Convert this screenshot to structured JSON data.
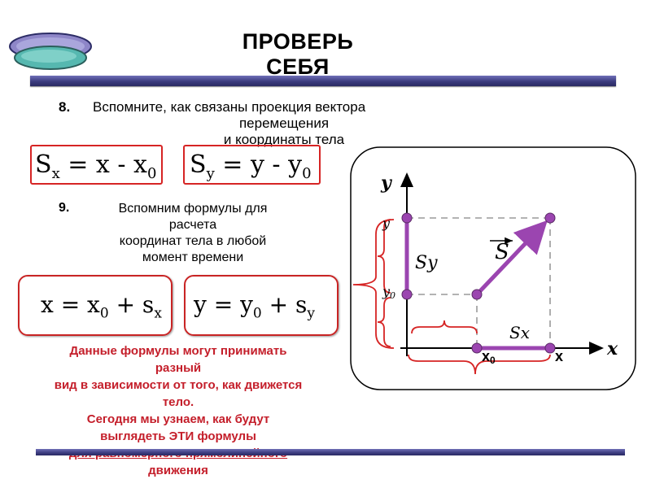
{
  "header": {
    "title": "ПРОВЕРЬ\nСЕБЯ"
  },
  "q8": {
    "number": "8.",
    "line1": "Вспомните, как связаны проекция вектора",
    "line2": "перемещения",
    "line3": "и координаты тела"
  },
  "formulas_proj": {
    "sx": {
      "symbol": "S",
      "sub": "x",
      "rhs": " = x - x",
      "rhs_sub": "0"
    },
    "sy": {
      "symbol": "S",
      "sub": "y",
      "rhs": " = y - y",
      "rhs_sub": "0"
    }
  },
  "q9": {
    "number": "9.",
    "line1": "Вспомним формулы для",
    "line2": "расчета",
    "line3": "координат тела в любой",
    "line4": "момент времени"
  },
  "formulas_coord": {
    "x": {
      "lhs": "x = x",
      "lhs_sub": "0",
      "mid": " + s",
      "mid_sub": "x"
    },
    "y": {
      "lhs": "y = y",
      "lhs_sub": "0",
      "mid": " + s",
      "mid_sub": "y"
    }
  },
  "note": {
    "line1": "Данные формулы могут принимать",
    "line2": "разный",
    "line3": "вид в зависимости от того, как движется",
    "line4": "тело.",
    "line5": "Сегодня мы узнаем, как будут",
    "line6": "выглядеть ЭТИ формулы",
    "line7": "для равномерного прямолинейного",
    "line8": "движения"
  },
  "diagram": {
    "axis_y_label": "y",
    "axis_x_label": "x",
    "y_label": "y",
    "y0_label": "y",
    "y0_sub": "0",
    "x0_label": "x",
    "x0_sub": "0",
    "x_label": "x",
    "sy_label": "Sy",
    "sx_label": "Sx",
    "s_label": "S",
    "colors": {
      "vector": "#9b45b0",
      "brace": "#d62424",
      "dash": "#9a9a9a"
    }
  }
}
